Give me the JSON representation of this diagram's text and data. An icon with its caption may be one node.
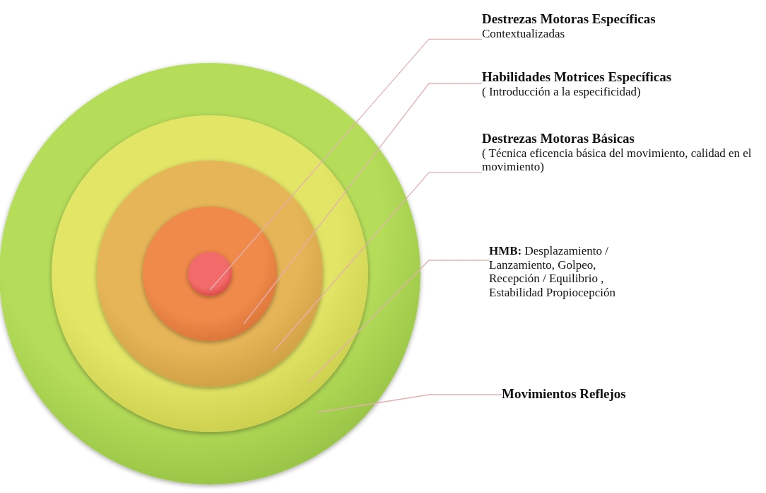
{
  "diagram": {
    "nodes": [
      {
        "text": [],
        "shape": "circle"
      },
      {
        "text": [],
        "shape": "circle",
        "in": 0
      },
      {
        "text": [],
        "shape": "circle",
        "in": 1
      },
      {
        "text": [],
        "shape": "circle",
        "in": 2
      },
      {
        "text": [],
        "shape": "circle",
        "in": 3
      },
      {
        "text": [
          "Destrezas Motoras Específicas",
          "Contextualizadas"
        ]
      },
      {
        "text": [
          "Habilidades Motrices Específicas",
          "( Introducción a la especificidad)"
        ]
      },
      {
        "text": [
          "Destrezas Motoras Básicas",
          "( Técnica eficencia básica del movimiento, calidad en el movimiento)"
        ]
      },
      {
        "text": [
          "**HMB:** Desplazamiento / Lanzamiento, Golpeo, Recepción / Equilibrio , Estabilidad Propiocepción"
        ]
      },
      {
        "text": [
          "Movimientos Reflejos"
        ]
      }
    ],
    "edges": [
      {
        "from": 5,
        "to": 4,
        "arrow": "none"
      },
      {
        "from": 6,
        "to": 3,
        "arrow": "none"
      },
      {
        "from": 7,
        "to": 2,
        "arrow": "none"
      },
      {
        "from": 8,
        "to": 1,
        "arrow": "none"
      },
      {
        "from": 9,
        "to": 0,
        "arrow": "none"
      }
    ]
  }
}
